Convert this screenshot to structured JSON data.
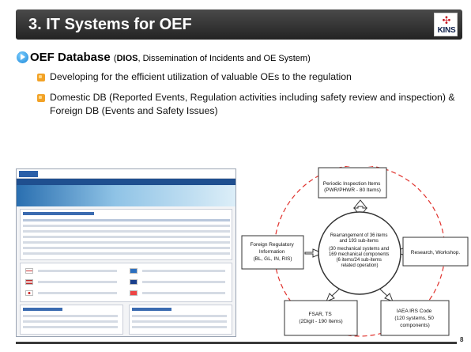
{
  "slide": {
    "title": "3. IT Systems for OEF",
    "logo_text": "KINS",
    "page_number": "8"
  },
  "heading": {
    "main": "OEF Database",
    "paren_open": "(",
    "abbrev": "DIOS",
    "rest": ", Dissemination of Incidents and OE System)"
  },
  "bullets": [
    "Developing for the efficient utilization of valuable OEs to the regulation",
    "Domestic DB (Reported Events, Regulation activities including safety review and inspection) & Foreign DB (Events and Safety Issues)"
  ],
  "diagram": {
    "center": [
      "Rearrangement of 36 items",
      "and 193 sub-items",
      "(30 mechanical systems and",
      "169 mechanical components",
      "(6 items/24 sub-items",
      "related operation)"
    ],
    "periodic": [
      "Periodic Inspection Items",
      "(PWR/PHWR - 80 Items)"
    ],
    "foreign": [
      "Foreign Regulatory",
      "Information",
      "(BL, GL, IN, RIS)"
    ],
    "research": [
      "Research, Workshop."
    ],
    "fsar": [
      "FSAR, TS",
      "(2Digit - 190 Items)"
    ],
    "iaea": [
      "IAEA IRS Code",
      "(120 systems, 50",
      "components)"
    ]
  },
  "colors": {
    "title_bar": "#2f2f2f",
    "bullet": "#f2a227",
    "heading_bullet": "#1b86d8",
    "dashed_circle": "#e0322d"
  }
}
